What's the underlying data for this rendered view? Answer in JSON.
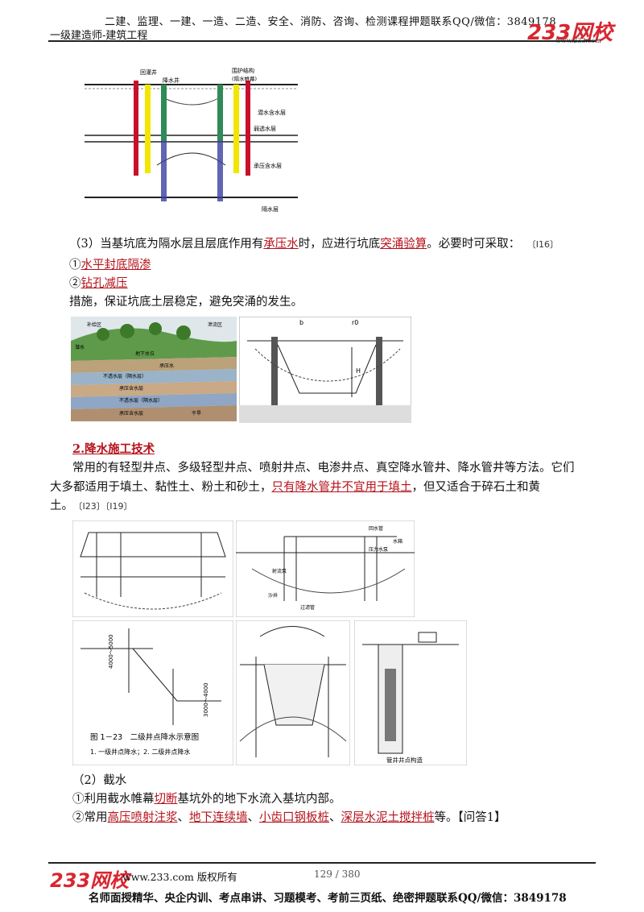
{
  "header": {
    "line1": "二建、监理、一建、一造、二造、安全、消防、咨询、检测课程押题联系QQ/微信：3849178",
    "line2": "一级建造师-建筑工程",
    "logo": "233网校",
    "logo_sub": "www.233.com"
  },
  "figure1": {
    "label_recharge": "回灌井",
    "label_dewatering": "降水井",
    "label_support": "围护结构",
    "label_support_sub": "(隔水帷幕)",
    "label_phreatic": "潜水含水层",
    "label_weak": "弱透水层",
    "label_confined": "承压含水层",
    "label_aquiclude": "隔水层"
  },
  "para3": {
    "pre": "（3）当基坑底为隔水层且层底作用有",
    "term1": "承压水",
    "mid": "时，应进行坑底",
    "term2": "突涌验算",
    "post": "。必要时可采取：",
    "tag": "〔Ⅰ16〕"
  },
  "items": {
    "item1_prefix": "①",
    "item1": "水平封底隔渗",
    "item2_prefix": "②",
    "item2": "钻孔减压",
    "measure": "措施，保证坑底土层稳定，避免突涌的发生。"
  },
  "figure2": {
    "labels": [
      "补给区",
      "潜水",
      "地下水位",
      "承压水",
      "不透水层（隔水层）",
      "承压含水层",
      "不透水层（隔水层）",
      "承压含水层",
      "干旱",
      "泄流区"
    ],
    "dim_b": "b",
    "dim_r": "r0",
    "dim_h": "H"
  },
  "section2": {
    "heading": "2.降水施工技术",
    "line1": "常用的有轻型井点、多级轻型井点、喷射井点、电渗井点、真空降水管井、降水管井等方法。它们",
    "line2_pre": "大多都适用于填土、黏性土、粉土和砂土，",
    "line2_red": "只有降水管井不宜用于填土",
    "line2_post": "，但又适合于碎石土和黄",
    "line3": "土。",
    "tags": "〔Ⅰ23〕〔Ⅰ19〕"
  },
  "figure3": {
    "caption_title": "图 1－23　二级井点降水示意图",
    "caption_sub": "1. 一级井点降水；2. 二级井点降水",
    "dim1": "4000～5000",
    "dim2": "3000～4000",
    "tube_label": "管井井点构造",
    "jet_labels": [
      "回水管",
      "射流泵",
      "压力水泵",
      "水箱",
      "沙井",
      "过滤管"
    ]
  },
  "cutoff": {
    "title": "（2）截水",
    "line1_pre": "①利用截水帷幕",
    "line1_red": "切断",
    "line1_post": "基坑外的地下水流入基坑内部。",
    "line2_pre": "②常用",
    "m1": "高压喷射注浆",
    "sep1": "、",
    "m2": "地下连续墙",
    "sep2": "、",
    "m3": "小齿口钢板桩",
    "sep3": "、",
    "m4": "深层水泥土搅拌桩",
    "line2_post": "等。【问答1】"
  },
  "footer": {
    "logo": "233网校",
    "site": "www.233.com 版权所有",
    "page": "129 / 380",
    "line2": "名师面授精华、央企内训、考点串讲、习题模考、考前三页纸、绝密押题联系QQ/微信：3849178"
  },
  "colors": {
    "accent_red": "#b5121b",
    "logo_red": "#d8262f",
    "well_green": "#2e8b57",
    "well_yellow": "#f2e600",
    "well_red": "#c8102e",
    "well_blue": "#3b3fa0"
  }
}
